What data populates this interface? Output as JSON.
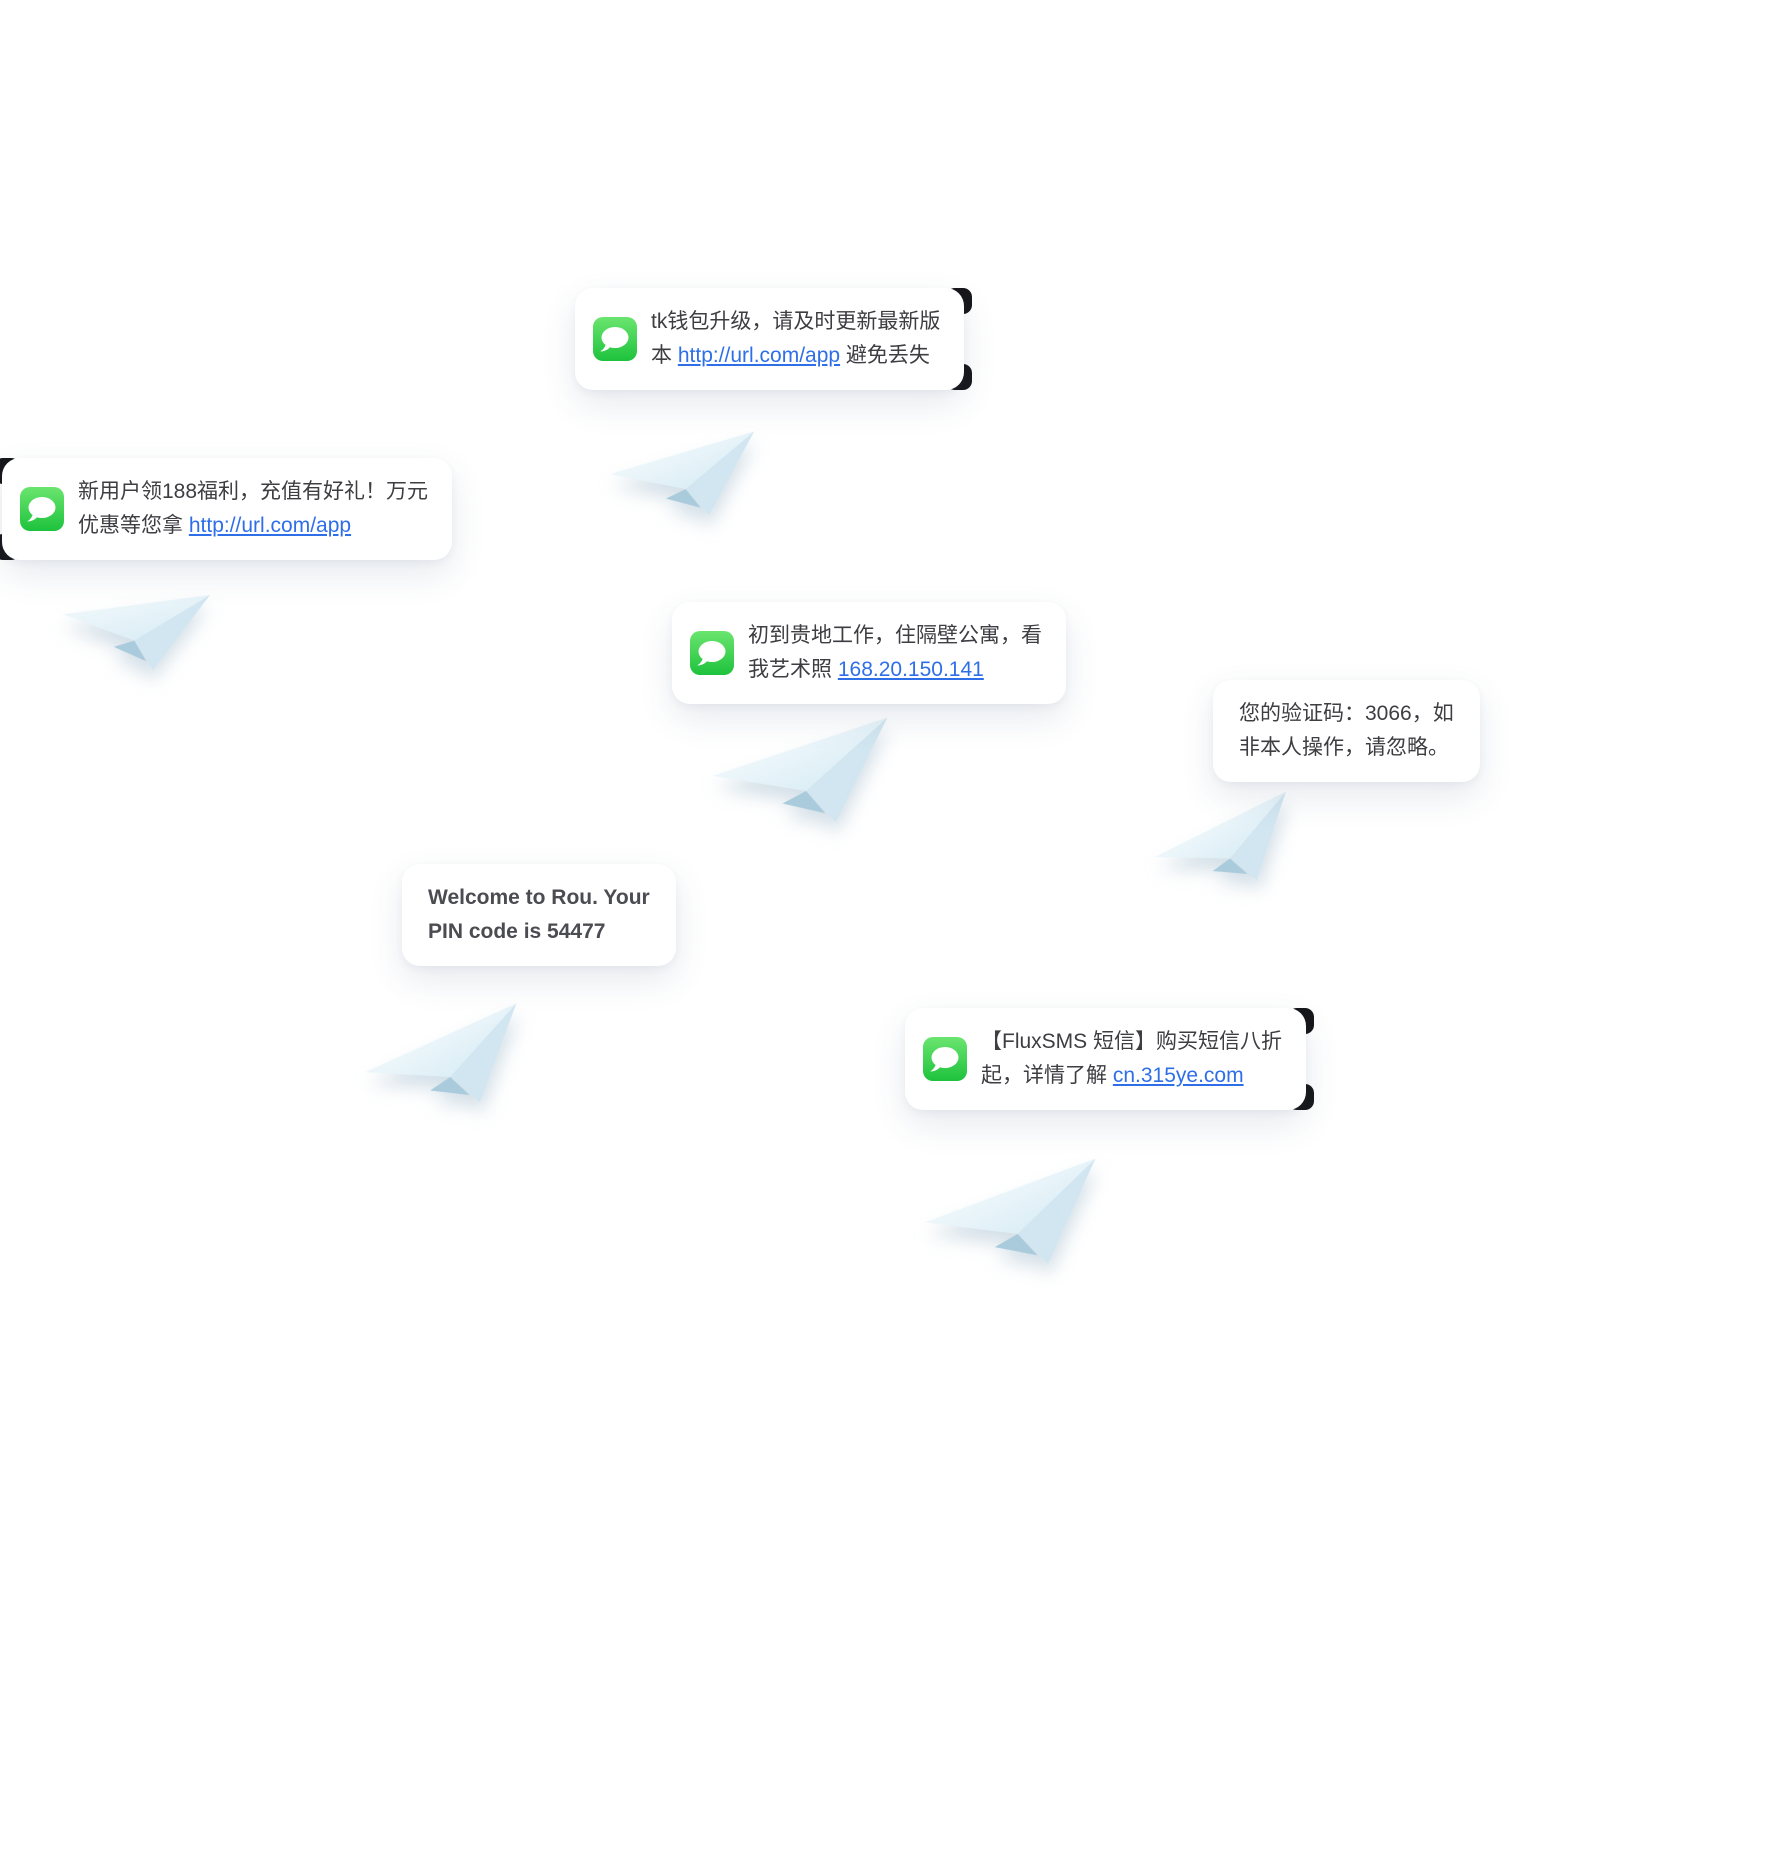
{
  "scene": {
    "background": "#ffffff"
  },
  "colors": {
    "bubble_background": "#ffffff",
    "text": "#3d3d42",
    "link": "#2e6fe8",
    "english_bold_text": "#4b4b52",
    "icon_green_top": "#6be56f",
    "icon_green_bottom": "#1dc23d",
    "corner_accent": "#17171a",
    "plane_light": "#f6fcfe",
    "plane_mid": "#d2e6f1",
    "plane_dark": "#a9cbdc"
  },
  "icons": {
    "chat": "imessage-green-bubble-icon",
    "plane": "paper-plane"
  },
  "messages": [
    {
      "name": "tk-wallet-upgrade",
      "pre": "tk钱包升级，请及时更新最新版\n本 ",
      "link": "http://url.com/app",
      "post": " 避免丢失"
    },
    {
      "name": "new-user-bonus",
      "pre": "新用户领188福利，充值有好礼！万元\n优惠等您拿 ",
      "link": "http://url.com/app",
      "post": ""
    },
    {
      "name": "neighbor-photo-spam",
      "pre": "初到贵地工作，住隔壁公寓，看\n我艺术照 ",
      "link": "168.20.150.141",
      "post": ""
    },
    {
      "name": "verification-code",
      "pre": "您的验证码：3066，如\n非本人操作，请忽略。",
      "link": "",
      "post": ""
    },
    {
      "name": "welcome-pin",
      "pre": "Welcome to Rou. Your\nPIN code is 54477",
      "link": "",
      "post": ""
    },
    {
      "name": "fluxsms-promo",
      "pre": "【FluxSMS 短信】购买短信八折\n起，详情了解 ",
      "link": "cn.315ye.com",
      "post": ""
    }
  ]
}
